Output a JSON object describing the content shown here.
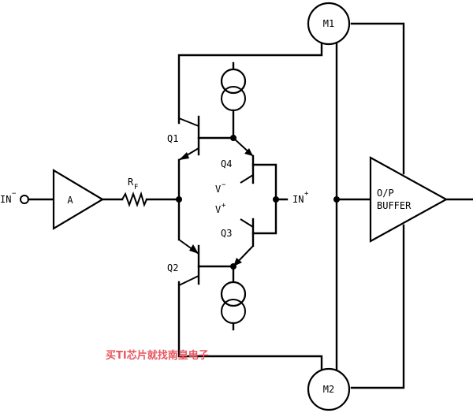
{
  "labels": {
    "m1": "M1",
    "m2": "M2",
    "q1": "Q1",
    "q2": "Q2",
    "q3": "Q3",
    "q4": "Q4",
    "amp_a": "A",
    "rf_main": "R",
    "rf_sub": "F",
    "in_minus_main": "IN",
    "in_minus_sup": "−",
    "in_plus_main": "IN",
    "in_plus_sup": "+",
    "v_minus_main": "V",
    "v_minus_sup": "−",
    "v_plus_main": "V",
    "v_plus_sup": "+",
    "buffer_line1": "O/P",
    "buffer_line2": "BUFFER"
  },
  "watermark": "买TI芯片就找南皇电子",
  "colors": {
    "ink": "#000000",
    "watermark": "#e8565f"
  }
}
